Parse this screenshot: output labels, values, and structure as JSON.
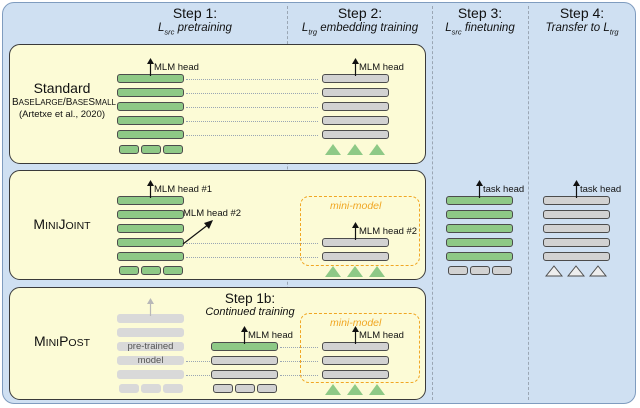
{
  "figure": {
    "title": "MiniJoint / MiniPost training pipeline overview",
    "colors": {
      "outer_background": "#cfe0f2",
      "panel_background": "#fcfbd6",
      "green": "#8ec986",
      "gray": "#d2d2d2",
      "mini_model_accent": "#f0a623",
      "divider": "#9aa6b4"
    }
  },
  "columns": [
    {
      "id": "step1",
      "big": "Step 1:",
      "sub_prefix": "L",
      "sub_script": "src",
      "sub_suffix": " pretraining"
    },
    {
      "id": "step2",
      "big": "Step 2:",
      "sub_prefix": "L",
      "sub_script": "trg",
      "sub_suffix": " embedding training"
    },
    {
      "id": "step3",
      "big": "Step 3:",
      "sub_prefix": "L",
      "sub_script": "src",
      "sub_suffix": " finetuning"
    },
    {
      "id": "step4",
      "big": "Step 4:",
      "sub_prefix": "Transfer to L",
      "sub_script": "trg",
      "sub_suffix": ""
    }
  ],
  "rows": [
    {
      "id": "standard",
      "name": "Standard",
      "name_caps": "B",
      "variants_a": "ASE",
      "variants_b": "L",
      "variants_c": "ARGE",
      "variants_full": "BaseLarge/BaseSmall",
      "citation": "(Artetxe et al., 2020)",
      "step1_head": "MLM head",
      "step2_head": "MLM head"
    },
    {
      "id": "minijoint",
      "name": "MiniJoint",
      "name_full": "MiniJoint",
      "step1_head_1": "MLM head #1",
      "step1_head_2": "MLM head #2",
      "step2_head": "MLM head #2",
      "mini_model_label": "mini-model",
      "step3_head": "task head",
      "step4_head": "task head"
    },
    {
      "id": "minipost",
      "name": "MiniPost",
      "name_full": "MiniPost",
      "pretrained_line1": "pre-trained",
      "pretrained_line2": "model",
      "step1b_big": "Step 1b:",
      "step1b_sub": "Continued training",
      "step1b_head": "MLM head",
      "step2_head": "MLM head",
      "mini_model_label": "mini-model"
    }
  ],
  "labels": {
    "mlm_head": "MLM head",
    "mlm_head_1": "MLM head #1",
    "mlm_head_2": "MLM head #2",
    "task_head": "task head",
    "mini_model": "mini-model",
    "pre_trained": "pre-trained",
    "model": "model"
  }
}
